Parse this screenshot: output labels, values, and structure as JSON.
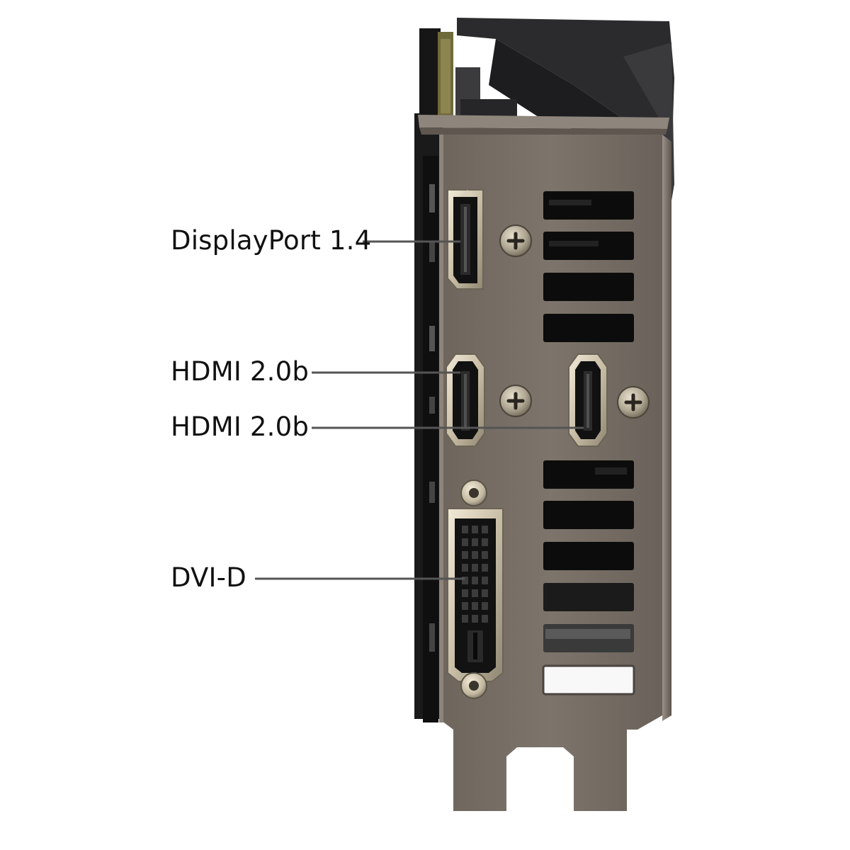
{
  "callouts": {
    "displayport": "DisplayPort 1.4",
    "hdmi_1": "HDMI 2.0b",
    "hdmi_2": "HDMI 2.0b",
    "dvi": "DVI-D"
  }
}
